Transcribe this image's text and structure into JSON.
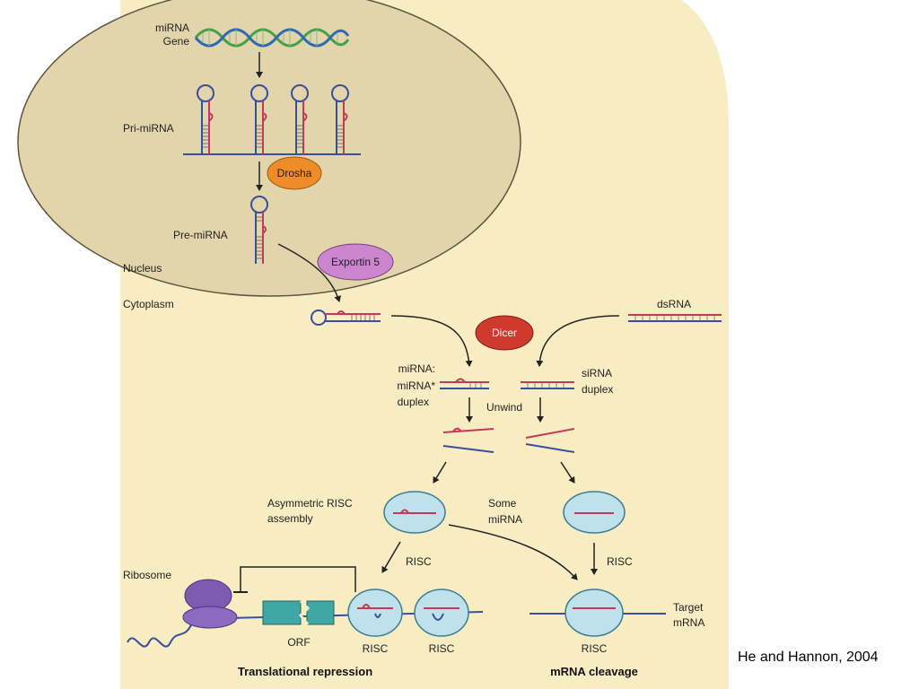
{
  "labels": {
    "mirna_gene": [
      "miRNA",
      "Gene"
    ],
    "pri_mirna": "Pri-miRNA",
    "drosha": "Drosha",
    "pre_mirna": "Pre-miRNA",
    "nucleus": "Nucleus",
    "exportin": "Exportin 5",
    "cytoplasm": "Cytoplasm",
    "dsrna": "dsRNA",
    "dicer": "Dicer",
    "mirna_duplex": [
      "miRNA:",
      "miRNA*",
      "duplex"
    ],
    "sirna_duplex": [
      "siRNA",
      "duplex"
    ],
    "unwind": "Unwind",
    "asymmetric_risc": [
      "Asymmetric RISC",
      "assembly"
    ],
    "some_mirna": [
      "Some",
      "miRNA"
    ],
    "risc_arrow_left": "RISC",
    "risc_arrow_right": "RISC",
    "ribosome": "Ribosome",
    "orf": "ORF",
    "risc_bottom_1": "RISC",
    "risc_bottom_2": "RISC",
    "risc_bottom_3": "RISC",
    "target_mrna": [
      "Target",
      "mRNA"
    ],
    "translational_repression": "Translational repression",
    "mrna_cleavage": "mRNA cleavage"
  },
  "citation": "He and Hannon, 2004",
  "colors": {
    "cell_fill": "#f8ecc2",
    "nucleus_fill": "#e2d5ab",
    "drosha": "#ee8c2a",
    "exportin": "#cb86cf",
    "dicer": "#cf3a2d",
    "risc_fill": "#bfe1ec",
    "strand_blue": "#3a4f9c",
    "strand_red": "#c23a5a",
    "ribosome": "#7d5bb0",
    "orf": "#3fa7a5"
  }
}
